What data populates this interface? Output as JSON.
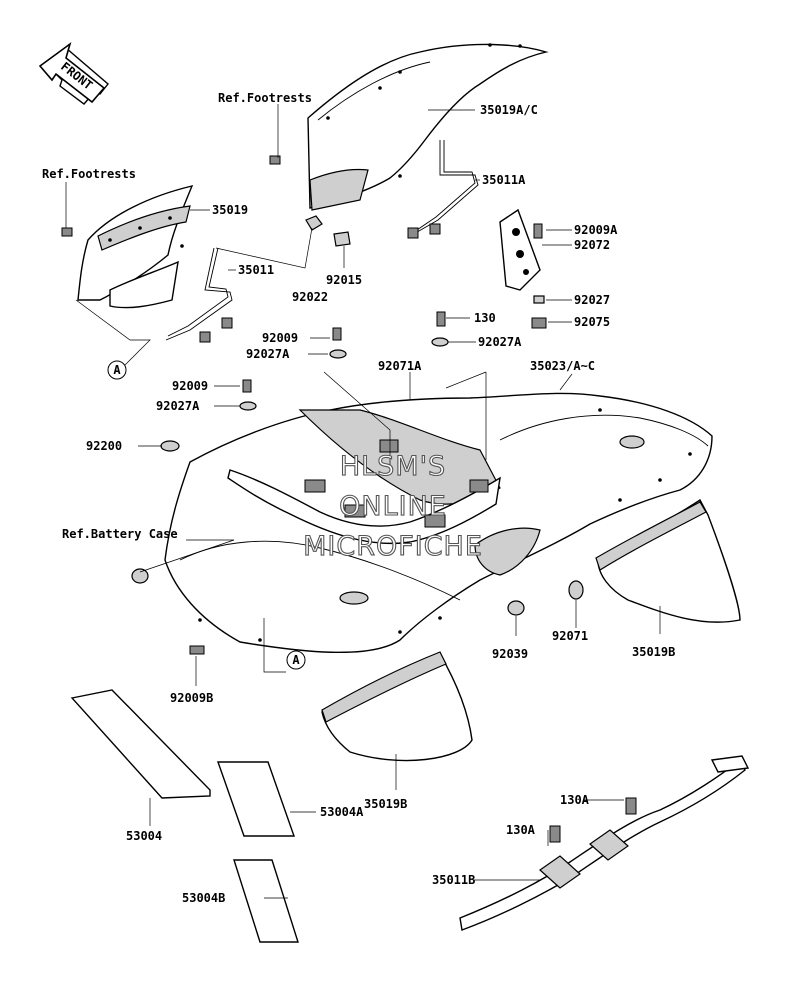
{
  "front_indicator": {
    "label": "FRONT"
  },
  "callout_letter": "A",
  "watermark": [
    "HLSM'S",
    "ONLINE",
    "MICROFICHE"
  ],
  "labels": {
    "ref_footrests_1": "Ref.Footrests",
    "ref_footrests_2": "Ref.Footrests",
    "ref_battery_case": "Ref.Battery Case",
    "p35019AC": "35019A/C",
    "p35011A": "35011A",
    "p35019": "35019",
    "p35011": "35011",
    "p92022": "92022",
    "p92015": "92015",
    "p92009A": "92009A",
    "p92072": "92072",
    "p92027": "92027",
    "p92075": "92075",
    "p130": "130",
    "p92027A_top": "92027A",
    "p92009_a": "92009",
    "p92027A_a": "92027A",
    "p92071A": "92071A",
    "p35023": "35023/A~C",
    "p92009_b": "92009",
    "p92027A_b": "92027A",
    "p92200": "92200",
    "p92071": "92071",
    "p92039": "92039",
    "p35019B_right": "35019B",
    "p92009B": "92009B",
    "p35019B_bottom": "35019B",
    "p53004": "53004",
    "p53004A": "53004A",
    "p53004B": "53004B",
    "p130A_top": "130A",
    "p130A_bottom": "130A",
    "p35011B": "35011B"
  }
}
